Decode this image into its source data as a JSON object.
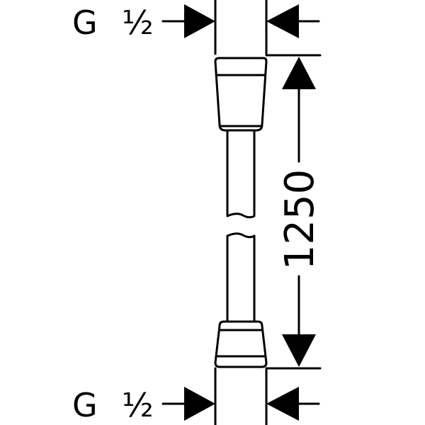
{
  "top_thread": {
    "letter": "G",
    "fraction": "½"
  },
  "bottom_thread": {
    "letter": "G",
    "fraction": "½"
  },
  "length_dimension": "1250",
  "colors": {
    "ink": "#000000",
    "background": "#ffffff"
  }
}
